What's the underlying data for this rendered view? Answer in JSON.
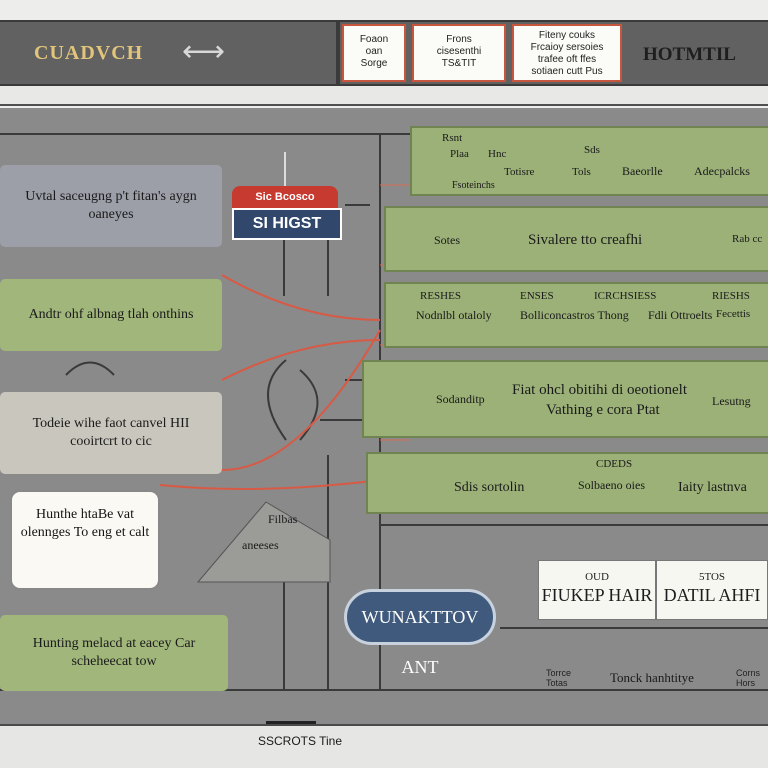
{
  "header": {
    "brand": "CUADVCH",
    "brand_right": "HOTMTIL",
    "arrow_glyph": "⟷",
    "cards": [
      {
        "lines": [
          "Foaon",
          "oan",
          "Sorge"
        ]
      },
      {
        "lines": [
          "Frons",
          "cisesenthi",
          "TS&TIT"
        ]
      },
      {
        "lines": [
          "Fiteny couks",
          "Frcaioy sersoies",
          "trafee oft ffes",
          "sotiaen cutt Pus"
        ]
      }
    ]
  },
  "sign": {
    "top": "Sic Bcosco",
    "bottom": "SI HIGST"
  },
  "left_boxes": [
    {
      "text": "Uvtal saceugng p't fitan's aygn oaneyes",
      "color": "#9c9fa8"
    },
    {
      "text": "Andtr ohf albnag tlah onthins",
      "color": "#a1b67b"
    },
    {
      "text": "Todeie wihe faot canvel HII cooirtcrt to cic",
      "color": "#c9c6bd"
    },
    {
      "text": "Hunthe htaBe vat olennges To eng et calt",
      "color": "#faf9f3"
    },
    {
      "text": "Hunting melacd at eacey Car scheheecat tow",
      "color": "#a1b67b"
    }
  ],
  "rows": [
    {
      "labels": [
        "Rsnt",
        "Plaa",
        "Hnc",
        "Sds",
        "Totisre",
        "Tols",
        "Baeorlle",
        "Adecpalcks",
        "Fsoteinchs"
      ]
    },
    {
      "labels": [
        "Sotes",
        "Sivalere tto creafhi",
        "Rab cc"
      ]
    },
    {
      "labels": [
        "RESHES",
        "ENSES",
        "ICRCHSIESS",
        "RIESHS",
        "Nodnlbl otaloly",
        "Bolliconcastros Thong",
        "Fdli Ottroelts",
        "Fecettis"
      ]
    },
    {
      "labels": [
        "Sodanditp",
        "Fiat ohcl obitihi di oeotionelt",
        "Vathing e cora Ptat",
        "Lesutng"
      ]
    },
    {
      "labels": [
        "CDEDS",
        "Sdis sortolin",
        "Solbaeno oies",
        "Iaity lastnva"
      ]
    }
  ],
  "triangle": {
    "lines": [
      "Filbas",
      "aneeses"
    ]
  },
  "pill": "WUNAKTTOV ANT",
  "bottom_boxes": [
    {
      "small": "OUD",
      "big": "FIUKEP HAIR"
    },
    {
      "small": "5TOS",
      "big": "DATIL AHFI"
    }
  ],
  "bottom_labels": {
    "left_small": "Torrce Totas",
    "center": "Tonck hanhtitye",
    "right_small": "Corns Hors"
  },
  "footer": "SSCROTS Tine",
  "colors": {
    "accent_red": "#c63a2f",
    "accent_navy": "#31476b",
    "green": "#9cb178",
    "gray_panel": "#8a8a8a",
    "brand_gold": "#e2c57a"
  }
}
